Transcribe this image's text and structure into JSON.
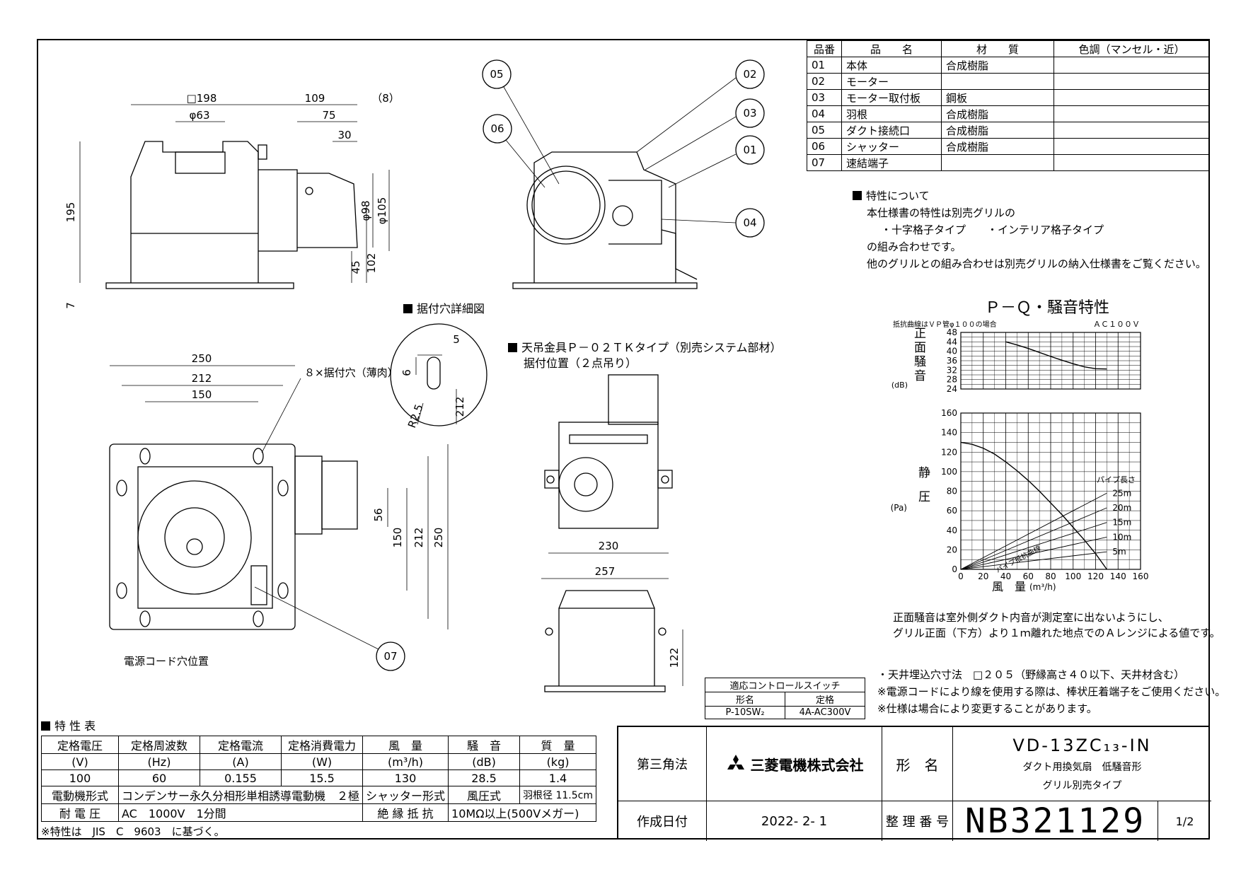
{
  "parts_table": {
    "headers": [
      "品番",
      "品　　名",
      "材　　質",
      "色調（マンセル・近）"
    ],
    "rows": [
      [
        "01",
        "本体",
        "合成樹脂",
        ""
      ],
      [
        "02",
        "モーター",
        "",
        ""
      ],
      [
        "03",
        "モーター取付板",
        "鋼板",
        ""
      ],
      [
        "04",
        "羽根",
        "合成樹脂",
        ""
      ],
      [
        "05",
        "ダクト接続口",
        "合成樹脂",
        ""
      ],
      [
        "06",
        "シャッター",
        "合成樹脂",
        ""
      ],
      [
        "07",
        "速結端子",
        "",
        ""
      ]
    ]
  },
  "features": {
    "heading": "特性について",
    "lines": [
      "本仕様書の特性は別売グリルの",
      "・十字格子タイプ　　・インテリア格子タイプ",
      "の組み合わせです。",
      "他のグリルとの組み合わせは別売グリルの納入仕様書をご覧ください。"
    ]
  },
  "drawing_labels": {
    "part_callouts": [
      "05",
      "06",
      "02",
      "03",
      "01",
      "04",
      "07"
    ],
    "mount_hole_detail": "据付穴詳細図",
    "hanger_title": "天吊金具Ｐ－０２ＴＫタイプ（別売システム部材）",
    "hanger_sub": "据付位置（２点吊り）",
    "mount_holes": "８×据付穴（薄肉）",
    "power_cord_hole": "電源コード穴位置",
    "dims": {
      "d198": "□198",
      "d109": "109",
      "d8": "（8）",
      "d63": "φ63",
      "d75": "75",
      "d30": "30",
      "d195": "195",
      "d98": "φ98",
      "d105": "φ105",
      "d45": "45",
      "d102": "102",
      "d7": "7",
      "d250": "250",
      "d212": "212",
      "d150": "150",
      "d56": "56",
      "d150v": "150",
      "d212v": "212",
      "d250v": "250",
      "d5": "5",
      "d6": "6",
      "d212b": "212",
      "dR": "R2.5",
      "d230": "230",
      "d257": "257",
      "d122": "122"
    }
  },
  "chart_data": [
    {
      "type": "line",
      "title": "Ｐ－Ｑ・騒音特性",
      "note": "抵抗曲線はＶＰ管φ１００の場合",
      "supply": "ＡＣ１００Ｖ",
      "ylabel": "正面騒音",
      "yunit": "(dB)",
      "ylim": [
        24,
        48
      ],
      "yticks": [
        24,
        28,
        32,
        36,
        40,
        44,
        48
      ],
      "xlim": [
        0,
        160
      ],
      "series": [
        {
          "x": [
            40,
            50,
            60,
            70,
            80,
            90,
            100,
            110,
            120,
            130
          ],
          "values": [
            44,
            42.7,
            41.2,
            39.5,
            37.8,
            36.2,
            34.7,
            33.4,
            32.6,
            32.5
          ]
        }
      ]
    },
    {
      "type": "line",
      "ylabel": "静圧",
      "yunit": "(Pa)",
      "xlabel": "風　量",
      "xunit": "(m³/h)",
      "ylim": [
        0,
        160
      ],
      "yticks": [
        0,
        20,
        40,
        60,
        80,
        100,
        120,
        140,
        160
      ],
      "xlim": [
        0,
        160
      ],
      "xticks": [
        0,
        20,
        40,
        60,
        80,
        100,
        120,
        140,
        160
      ],
      "pipe_length_title": "パイプ長さ",
      "resistance_label": "パイプ抵抗曲線",
      "series": [
        {
          "name": "P-Q",
          "x": [
            0,
            10,
            20,
            30,
            40,
            50,
            60,
            70,
            80,
            90,
            100,
            110,
            120,
            130
          ],
          "values": [
            130,
            128,
            124,
            118,
            110,
            101,
            91,
            80,
            68,
            56,
            43,
            30,
            16,
            0
          ]
        },
        {
          "name": "25m",
          "x": [
            0,
            130
          ],
          "values": [
            0,
            78
          ]
        },
        {
          "name": "20m",
          "x": [
            0,
            130
          ],
          "values": [
            0,
            63
          ]
        },
        {
          "name": "15m",
          "x": [
            0,
            130
          ],
          "values": [
            0,
            48
          ]
        },
        {
          "name": "10m",
          "x": [
            0,
            130
          ],
          "values": [
            0,
            33
          ]
        },
        {
          "name": "5m",
          "x": [
            0,
            130
          ],
          "values": [
            0,
            18
          ]
        }
      ]
    }
  ],
  "chart_note": [
    "正面騒音は室外側ダクト内音が測定室に出ないようにし、",
    "グリル正面（下方）より１ｍ離れた地点でのＡレンジによる値です。"
  ],
  "install_notes": [
    "・天井埋込穴寸法　□２０５（野縁高さ４０以下、天井材含む）",
    "※電源コードにより線を使用する際は、棒状圧着端子をご使用ください。",
    "※仕様は場合により変更することがあります。"
  ],
  "switch_table": {
    "title": "適応コントロールスイッチ",
    "headers": [
      "形名",
      "定格"
    ],
    "row": [
      "P-10SW₂",
      "4A-AC300V"
    ]
  },
  "spec": {
    "heading": "特 性 表",
    "headers": [
      "定格電圧",
      "定格周波数",
      "定格電流",
      "定格消費電力",
      "風　量",
      "騒　音",
      "質　量"
    ],
    "units": [
      "(V)",
      "(Hz)",
      "(A)",
      "(W)",
      "(m³/h)",
      "(dB)",
      "(kg)"
    ],
    "values": [
      "100",
      "60",
      "0.155",
      "15.5",
      "130",
      "28.5",
      "1.4"
    ],
    "motor_label": "電動機形式",
    "motor_value": "コンデンサー永久分相形単相誘導電動機　２極",
    "shutter_label": "シャッター形式",
    "shutter_value": "風圧式",
    "blade_label": "羽根径",
    "blade_value": "11.5cm",
    "voltage_label": "耐 電 圧",
    "voltage_value": "AC　1000V　1分間",
    "insulation_label": "絶 縁 抵 抗",
    "insulation_value": "10MΩ以上(500Vメガー)",
    "footnote": "※特性は　JIS　C　9603　に基づく。"
  },
  "title_block": {
    "projection": "第三角法",
    "company": "三菱電機株式会社",
    "model_label": "形　名",
    "model": "VD-13ZC₁₃-IN",
    "desc1": "ダクト用換気扇　低騒音形",
    "desc2": "グリル別売タイプ",
    "date_label": "作成日付",
    "date": "2022- 2- 1",
    "number_label": "整 理 番 号",
    "number": "NB321129",
    "page": "1/2"
  }
}
